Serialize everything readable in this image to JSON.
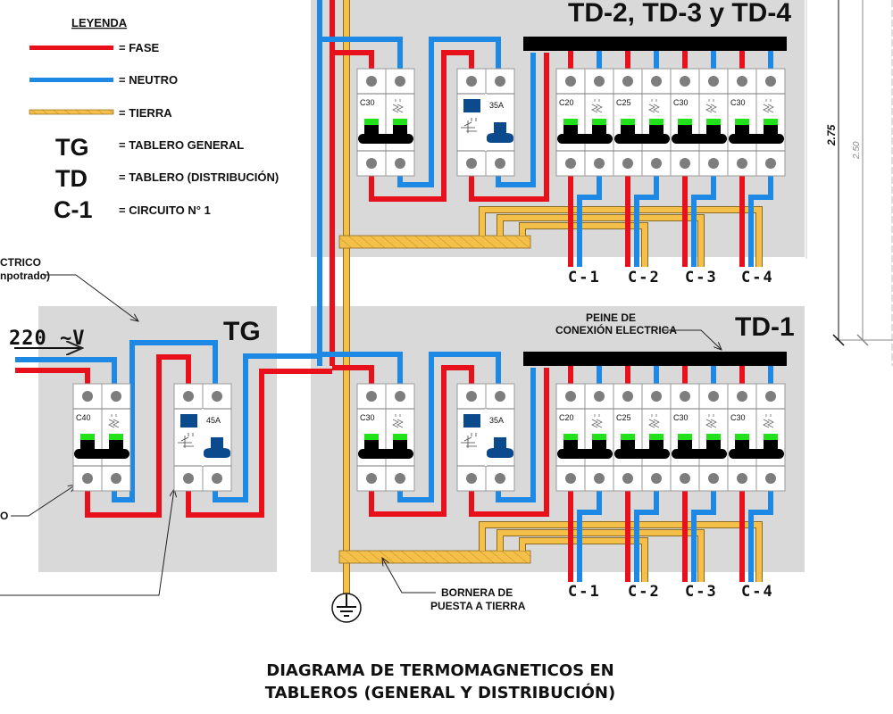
{
  "legend": {
    "title": "LEYENDA",
    "items": [
      {
        "symbol": "line",
        "color": "#e8101a",
        "text": "= FASE"
      },
      {
        "symbol": "line",
        "color": "#1e88e5",
        "text": "= NEUTRO"
      },
      {
        "symbol": "hatch",
        "color": "#f5c04a",
        "text": "= TIERRA"
      },
      {
        "symbol": "TG",
        "text": "= TABLERO GENERAL"
      },
      {
        "symbol": "TD",
        "text": "= TABLERO (DISTRIBUCIÓN)"
      },
      {
        "symbol": "C-1",
        "text": "= CIRCUITO N° 1"
      }
    ]
  },
  "colors": {
    "fase": "#e8101a",
    "neutro": "#1e88e5",
    "tierra": "#f5c04a",
    "panel": "#d9d9d9",
    "peine": "#000000",
    "switch_on": "#22e01a",
    "diff_block": "#0b4a8c"
  },
  "annotations": {
    "caja_line1": "CTRICO",
    "caja_line2": "npotrado)",
    "voltage": "220 ~V",
    "left_label_tail": "O",
    "peine_line1": "PEINE DE",
    "peine_line2": "CONEXIÓN ELECTRICA",
    "bornera_line1": "BORNERA DE",
    "bornera_line2": "PUESTA A TIERRA"
  },
  "panels": {
    "tg": {
      "title": "TG",
      "breaker": "C40",
      "differential": "45A"
    },
    "td_top": {
      "title": "TD-2, TD-3 y TD-4",
      "breaker": "C30",
      "differential": "35A",
      "circuits": [
        "C20",
        "C25",
        "C30",
        "C30"
      ]
    },
    "td1": {
      "title": "TD-1",
      "breaker": "C30",
      "differential": "35A",
      "circuits": [
        "C20",
        "C25",
        "C30",
        "C30"
      ]
    }
  },
  "circuit_labels": [
    "C-1",
    "C-2",
    "C-3",
    "C-4"
  ],
  "dimensions": {
    "outer": "2.75",
    "inner": "2.50"
  },
  "title": {
    "line1": "DIAGRAMA DE TERMOMAGNETICOS EN",
    "line2": "TABLEROS (GENERAL Y DISTRIBUCIÓN)"
  }
}
